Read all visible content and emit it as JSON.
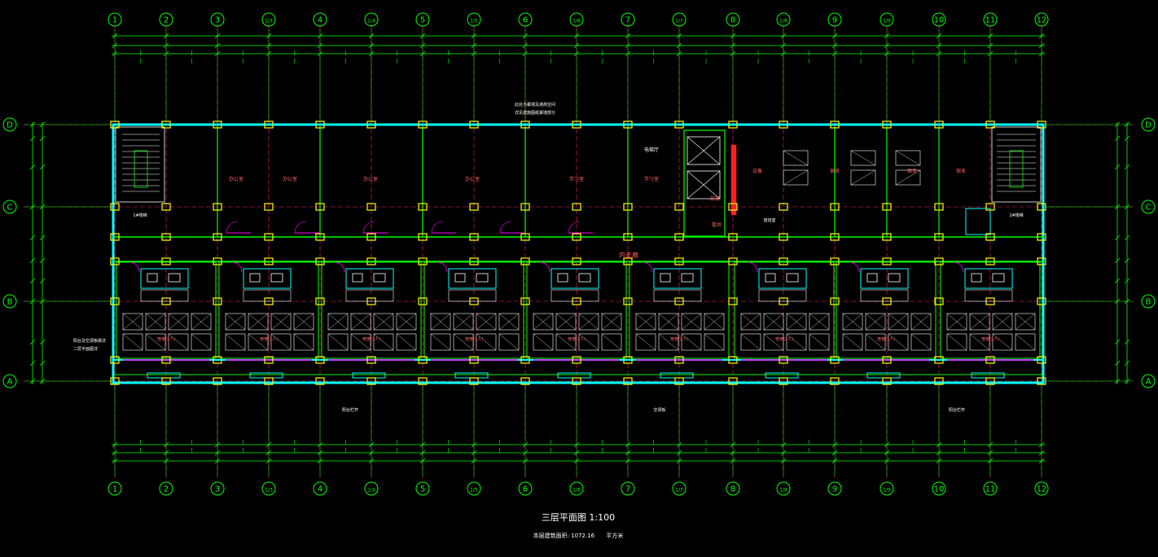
{
  "drawing": {
    "title": "三层平面图 1:100",
    "area_label": "本层建筑面积: 1072.16",
    "area_unit": "平方米"
  },
  "grid": {
    "vertical_labels": [
      "1",
      "2",
      "3",
      "1/3",
      "4",
      "1/4",
      "5",
      "1/5",
      "6",
      "1/6",
      "7",
      "1/7",
      "8",
      "1/8",
      "9",
      "1/9",
      "10",
      "11",
      "12"
    ],
    "horizontal_labels": [
      "D",
      "C",
      "B",
      "A"
    ]
  },
  "rooms": {
    "north": [
      "办公室",
      "办公室",
      "办公室",
      "办公室",
      "学习室",
      "学习室",
      "电梯厅"
    ],
    "north_east": [
      "设备",
      "宿舍",
      "宿舍",
      "宿舍"
    ],
    "corridor": "内走廊",
    "south_units": [
      "宿舍(2人)",
      "宿舍(2人)",
      "宿舍(2人)",
      "宿舍(2人)",
      "宿舍(2人)",
      "宿舍(2人)",
      "宿舍(2人)",
      "宿舍(2人)",
      "宿舍(2人)"
    ],
    "stairs": [
      "1#楼梯",
      "2#楼梯"
    ],
    "misc": [
      "管井",
      "前室",
      "值班室"
    ]
  },
  "notes": {
    "left_note": "阳台及空调板做法",
    "left_note_2": "二层平面图详",
    "right_note_top": "此处为幕墙及通高空间",
    "right_note_2": "详见建施图纸幕墙部分",
    "bottom_notes": [
      "阳台栏杆",
      "空调板",
      "阳台栏杆"
    ]
  },
  "colors": {
    "background": "#000000",
    "wall": "#00ffff",
    "dimension": "#00ff00",
    "axis": "#ff2060",
    "fixture": "#ffffff",
    "column": "#ffff00",
    "door": "#ff00ff",
    "text_room": "#ff6060"
  }
}
